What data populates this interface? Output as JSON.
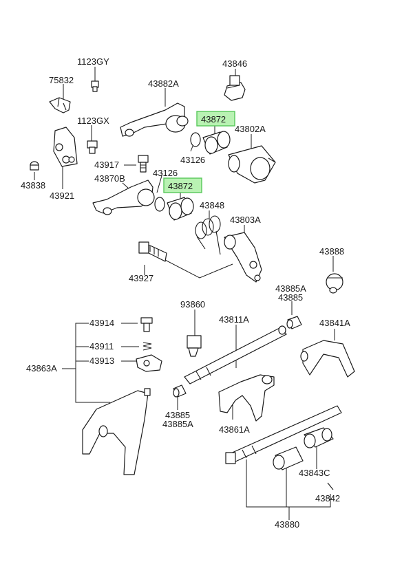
{
  "diagram": {
    "labels": {
      "p1123GY": "1123GY",
      "p75832": "75832",
      "p43882A": "43882A",
      "p43846": "43846",
      "p1123GX": "1123GX",
      "p43872_top": "43872",
      "p43802A": "43802A",
      "p43126_a": "43126",
      "p43917": "43917",
      "p43126_b": "43126",
      "p43838": "43838",
      "p43921": "43921",
      "p43870B": "43870B",
      "p43872_mid": "43872",
      "p43848": "43848",
      "p43803A": "43803A",
      "p43888": "43888",
      "p43927": "43927",
      "p43885A_top": "43885A",
      "p43885_top": "43885",
      "p93860": "93860",
      "p43914": "43914",
      "p43811A": "43811A",
      "p43841A": "43841A",
      "p43911": "43911",
      "p43863A": "43863A",
      "p43913": "43913",
      "p43885_bot": "43885",
      "p43885A_bot": "43885A",
      "p43861A": "43861A",
      "p43843C": "43843C",
      "p43842": "43842",
      "p43880": "43880"
    },
    "highlight_color": "#b9f2b3",
    "highlight_border": "#57c85a"
  }
}
